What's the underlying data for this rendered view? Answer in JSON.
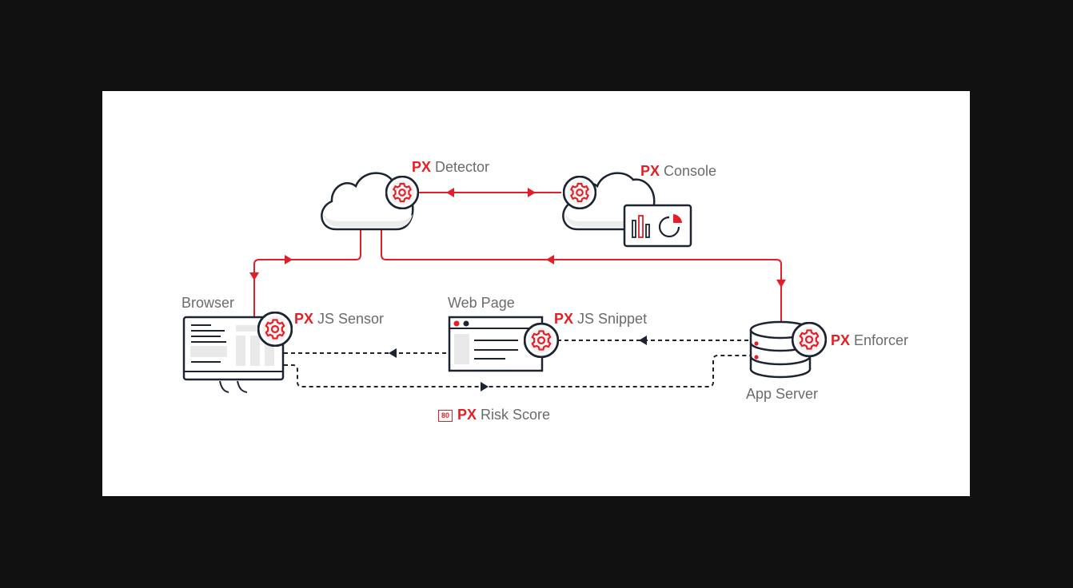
{
  "brand": {
    "accent": "#e41e26",
    "ink": "#1c2331",
    "panel": "#ffffff",
    "backdrop": "#111111"
  },
  "labels": {
    "detector": {
      "prefix": "PX",
      "text": "Detector"
    },
    "console": {
      "prefix": "PX",
      "text": "Console"
    },
    "browser": "Browser",
    "js_sensor": {
      "prefix": "PX",
      "text": "JS Sensor"
    },
    "web_page": "Web Page",
    "js_snippet": {
      "prefix": "PX",
      "text": "JS Snippet"
    },
    "enforcer": {
      "prefix": "PX",
      "text": "Enforcer"
    },
    "app_server": "App Server",
    "risk_score": {
      "badge": "80",
      "prefix": "PX",
      "text": "Risk Score"
    }
  },
  "icons": [
    "cloud-icon",
    "gear-icon",
    "dashboard-chart-icon",
    "monitor-icon",
    "browser-window-icon",
    "database-server-icon"
  ]
}
